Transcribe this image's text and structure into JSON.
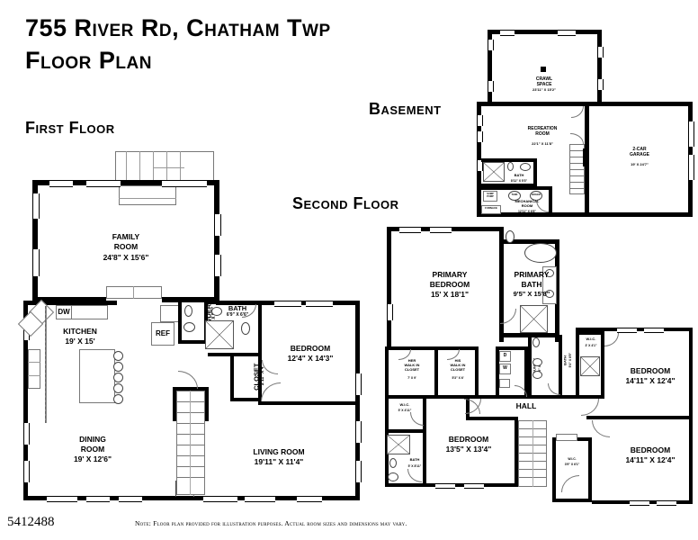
{
  "header": {
    "title_line1": "755 River Rd, Chatham Twp",
    "title_line2": "Floor Plan"
  },
  "sections": {
    "first_floor": "First Floor",
    "basement": "Basement",
    "second_floor": "Second Floor"
  },
  "first_floor": {
    "rooms": [
      {
        "name": "FAMILY\nROOM",
        "dims": "24'8\" X 15'6\""
      },
      {
        "name": "KITCHEN",
        "dims": "19' X 15'"
      },
      {
        "name": "DINING\nROOM",
        "dims": "19' X 12'6\""
      },
      {
        "name": "LIVING ROOM",
        "dims": "19'11\" X 11'4\""
      },
      {
        "name": "BEDROOM",
        "dims": "12'4\" X 14'3\""
      },
      {
        "name": "POWDER",
        "dims": "4'6\" X 5'8\""
      },
      {
        "name": "BATH",
        "dims": "6'9\" X 6'6\""
      },
      {
        "name": "CLOSET",
        "dims": "2'11\" X 4'"
      }
    ],
    "appliances": {
      "dishwasher": "DW",
      "refrigerator": "REF"
    }
  },
  "basement": {
    "rooms": [
      {
        "name": "CRAWL\nSPACE",
        "dims": "23'11\" X 15'2\""
      },
      {
        "name": "RECREATION\nROOM",
        "dims": "22'1\" X 11'8\""
      },
      {
        "name": "2-CAR\nGARAGE",
        "dims": "19' X 24'7\""
      },
      {
        "name": "BATH",
        "dims": "8'11\" X 5'3\""
      },
      {
        "name": "MECHANICAL\nROOM",
        "dims": "12'11\" X 6'6\""
      }
    ],
    "equipment": {
      "furnace": "FURNACE",
      "sump": "SUMP\nPUMP",
      "tank1": "TANK",
      "tank2": "BOILER"
    }
  },
  "second_floor": {
    "rooms": [
      {
        "name": "PRIMARY\nBEDROOM",
        "dims": "15' X 18'1\""
      },
      {
        "name": "PRIMARY\nBATH",
        "dims": "9'5\" X 15'8\""
      },
      {
        "name": "HER\nWALK IN\nCLOSET",
        "dims": "7' X 9'"
      },
      {
        "name": "HIS\nWALK IN\nCLOSET",
        "dims": "5'3\" X 6'"
      },
      {
        "name": "W.I.C.",
        "dims": "5' X 4'11\""
      },
      {
        "name": "BATH",
        "dims": "5' X 8'11\""
      },
      {
        "name": "BEDROOM",
        "dims": "13'5\" X 13'4\""
      },
      {
        "name": "LAUNDRY",
        "dims": "5'6\" X 8'5\""
      },
      {
        "name": "BATH",
        "dims": "5'4\" X 8'5\""
      },
      {
        "name": "W.I.C.",
        "dims": "3' X 4'1\""
      },
      {
        "name": "BEDROOM",
        "dims": "14'11\" X 12'4\""
      },
      {
        "name": "BEDROOM",
        "dims": "14'11\" X 12'4\""
      },
      {
        "name": "W.I.C.",
        "dims": "3'9\" X 6'1\""
      }
    ],
    "hall": "HALL",
    "appliances": {
      "dryer": "D",
      "washer": "W"
    }
  },
  "footer": {
    "mls_id": "5412488",
    "note": "Note: Floor plan provided for illustration purposes. Actual room sizes and dimensions  may vary."
  }
}
